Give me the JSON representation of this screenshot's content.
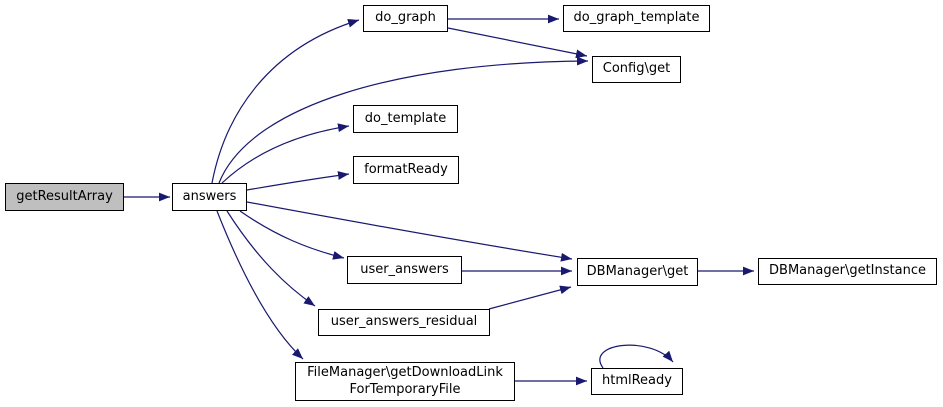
{
  "colors": {
    "edge": "#191970",
    "node_border": "#000000",
    "node_fill": "#ffffff",
    "highlight_fill": "#bfbfbf",
    "background": "#ffffff",
    "text": "#000000"
  },
  "graph": {
    "type": "call-graph",
    "nodes": [
      {
        "id": "getResultArray",
        "label": "getResultArray",
        "highlighted": true
      },
      {
        "id": "answers",
        "label": "answers"
      },
      {
        "id": "do_graph",
        "label": "do_graph"
      },
      {
        "id": "do_graph_template",
        "label": "do_graph_template"
      },
      {
        "id": "Config\\get",
        "label": "Config\\get"
      },
      {
        "id": "do_template",
        "label": "do_template"
      },
      {
        "id": "formatReady",
        "label": "formatReady"
      },
      {
        "id": "user_answers",
        "label": "user_answers"
      },
      {
        "id": "user_answers_residual",
        "label": "user_answers_residual"
      },
      {
        "id": "DBManager\\get",
        "label": "DBManager\\get"
      },
      {
        "id": "DBManager\\getInstance",
        "label": "DBManager\\getInstance"
      },
      {
        "id": "FileManager\\getDownloadLinkForTemporaryFile",
        "label": "FileManager\\getDownloadLink\nForTemporaryFile"
      },
      {
        "id": "htmlReady",
        "label": "htmlReady"
      }
    ],
    "edges": [
      {
        "from": "getResultArray",
        "to": "answers"
      },
      {
        "from": "answers",
        "to": "do_graph"
      },
      {
        "from": "answers",
        "to": "Config\\get"
      },
      {
        "from": "answers",
        "to": "do_template"
      },
      {
        "from": "answers",
        "to": "formatReady"
      },
      {
        "from": "answers",
        "to": "DBManager\\get"
      },
      {
        "from": "answers",
        "to": "user_answers"
      },
      {
        "from": "answers",
        "to": "user_answers_residual"
      },
      {
        "from": "answers",
        "to": "FileManager\\getDownloadLinkForTemporaryFile"
      },
      {
        "from": "do_graph",
        "to": "do_graph_template"
      },
      {
        "from": "do_graph",
        "to": "Config\\get"
      },
      {
        "from": "user_answers",
        "to": "DBManager\\get"
      },
      {
        "from": "user_answers_residual",
        "to": "DBManager\\get"
      },
      {
        "from": "DBManager\\get",
        "to": "DBManager\\getInstance"
      },
      {
        "from": "FileManager\\getDownloadLinkForTemporaryFile",
        "to": "htmlReady"
      },
      {
        "from": "htmlReady",
        "to": "htmlReady"
      }
    ]
  }
}
